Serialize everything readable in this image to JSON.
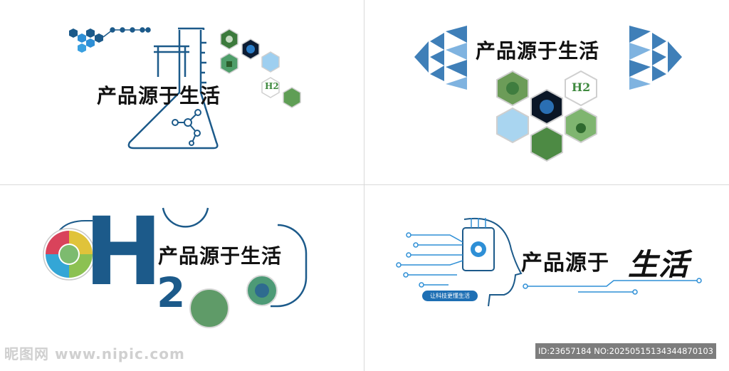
{
  "panels": [
    {
      "slogan": "产品源于生活"
    },
    {
      "slogan": "产品源于生活"
    },
    {
      "slogan": "产品源于生活",
      "h_letter": "H",
      "two_digit": "2"
    },
    {
      "slogan_main": "产品源于",
      "slogan_emphasis": "生活",
      "badge": "让科技更懂生活"
    }
  ],
  "hex_labels": {
    "h2": "H2"
  },
  "watermark": {
    "site": "昵图网 www.nipic.com",
    "id_text": "ID:23657184 NO:20250515134344870103"
  },
  "colors": {
    "primary_blue": "#1c5a8a",
    "light_blue": "#2e8fd6",
    "triangle_blue": "#3f7fb8",
    "ink": "#111111"
  }
}
